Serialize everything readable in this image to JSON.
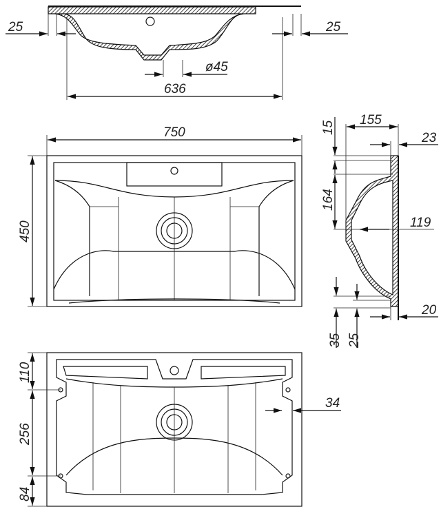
{
  "top_section": {
    "flange_left": "25",
    "flange_right": "25",
    "drain_diameter": "ø45",
    "inner_width": "636"
  },
  "front_view": {
    "width": "750",
    "depth": "450"
  },
  "side_view": {
    "top_offset": "15",
    "depth": "155",
    "rim_thickness": "23",
    "bowl_height": "164",
    "drain_offset": "119",
    "bottom_offset_1": "35",
    "bottom_offset_2": "25",
    "bottom_thickness": "20"
  },
  "bottom_view": {
    "mount_top": "110",
    "mount_spacing": "256",
    "mount_bottom": "84",
    "mount_inset": "34"
  }
}
